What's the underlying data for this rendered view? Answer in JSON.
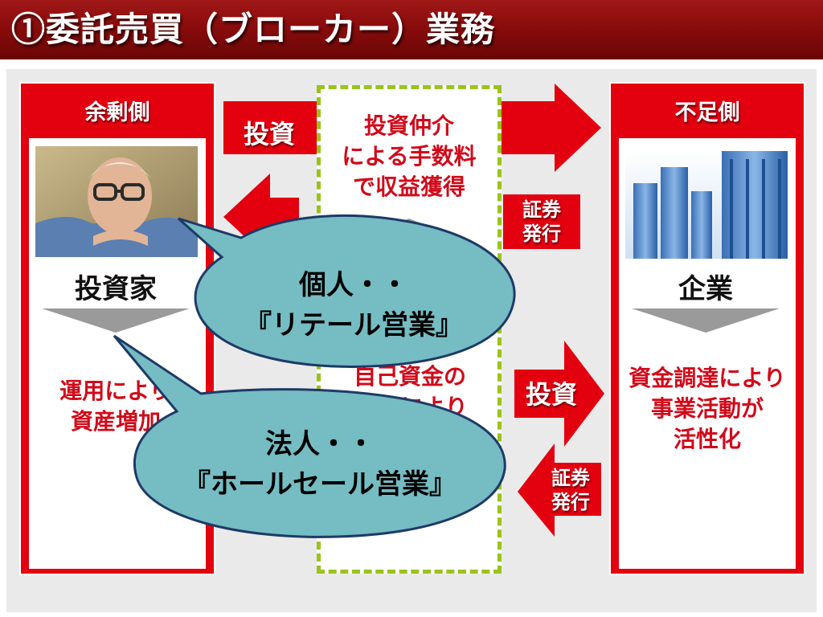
{
  "title": "①委託売買（ブローカー）業務",
  "left": {
    "header": "余剰側",
    "entity": "投資家",
    "benefit": [
      "運用により",
      "資産増加"
    ]
  },
  "right": {
    "header": "不足側",
    "entity": "企業",
    "benefit": [
      "資金調達により",
      "事業活動が",
      "活性化"
    ]
  },
  "middle": {
    "top_text": [
      "投資仲介",
      "による手数料",
      "で収益獲得"
    ],
    "hidden_text": [
      "自己資金の",
      "により"
    ]
  },
  "arrows": {
    "invest_top": "投資",
    "securities_top": [
      "証券",
      "発行"
    ],
    "invest_bottom": "投資",
    "securities_bottom": [
      "証券",
      "発行"
    ]
  },
  "bubbles": {
    "retail": [
      "個人・・",
      "『リテール営業』"
    ],
    "wholesale": [
      "法人・・",
      "『ホールセール営業』"
    ]
  },
  "colors": {
    "title_bg": "#8a0c0c",
    "accent_red": "#e3000f",
    "bubble_fill": "#76bcc3",
    "dashed_green": "#9bc31d"
  }
}
